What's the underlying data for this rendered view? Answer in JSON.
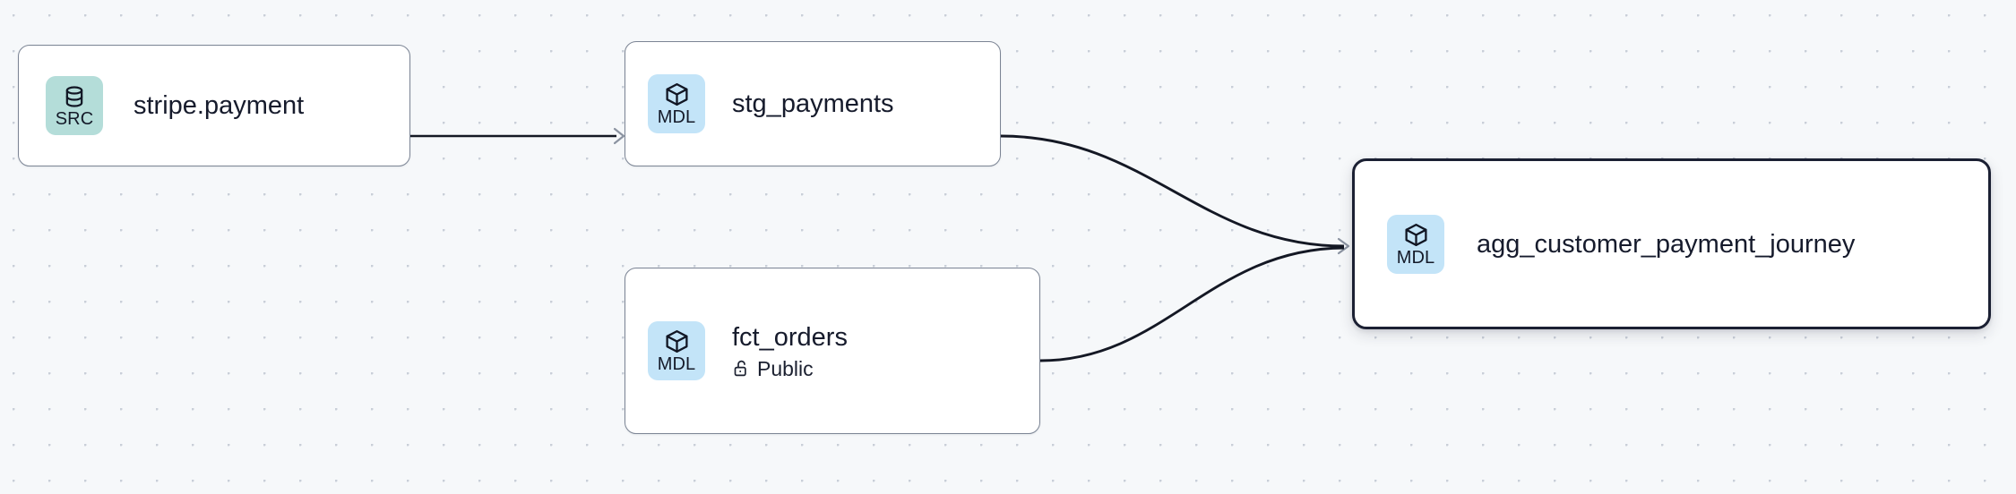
{
  "graph": {
    "background_color": "#f6f8fa",
    "dot_color": "#c9cfd8",
    "edge_color": "#141824",
    "arrow_color": "#8b93a1"
  },
  "nodes": [
    {
      "id": "stripe-payment",
      "title": "stripe.payment",
      "badge": "SRC",
      "badge_icon": "database-icon",
      "badge_color": "#b4ddd9",
      "selected": false,
      "subtitle": null
    },
    {
      "id": "stg-payments",
      "title": "stg_payments",
      "badge": "MDL",
      "badge_icon": "cube-icon",
      "badge_color": "#c3e4f8",
      "selected": false,
      "subtitle": null
    },
    {
      "id": "fct-orders",
      "title": "fct_orders",
      "badge": "MDL",
      "badge_icon": "cube-icon",
      "badge_color": "#c3e4f8",
      "selected": false,
      "subtitle": "Public",
      "subtitle_icon": "unlock-icon"
    },
    {
      "id": "agg-customer-payment-journey",
      "title": "agg_customer_payment_journey",
      "badge": "MDL",
      "badge_icon": "cube-icon",
      "badge_color": "#c3e4f8",
      "selected": true,
      "subtitle": null
    }
  ],
  "edges": [
    {
      "id": "e1",
      "from": "stripe-payment",
      "to": "stg-payments",
      "style": "straight"
    },
    {
      "id": "e2",
      "from": "stg-payments",
      "to": "agg-customer-payment-journey",
      "style": "bezier"
    },
    {
      "id": "e3",
      "from": "fct-orders",
      "to": "agg-customer-payment-journey",
      "style": "bezier"
    }
  ]
}
